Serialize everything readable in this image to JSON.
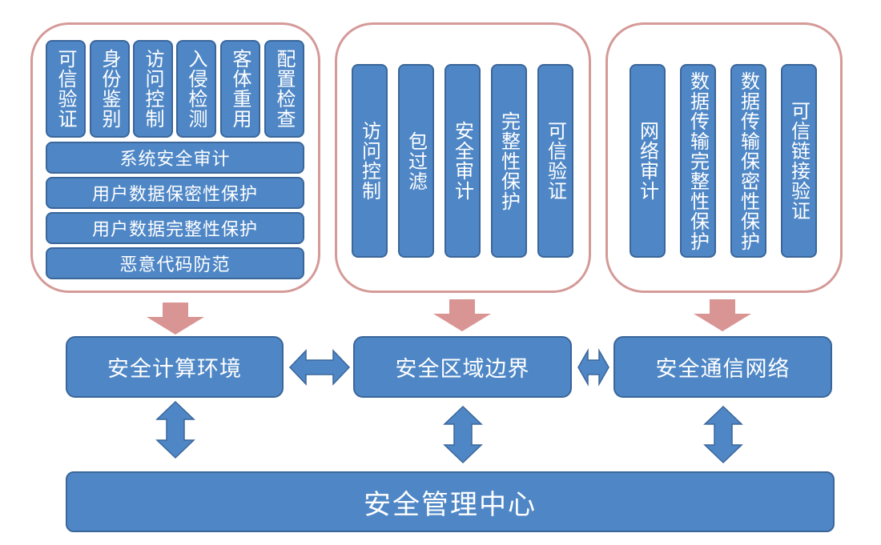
{
  "colors": {
    "box_fill": "#4f87c6",
    "box_border": "#3a669a",
    "group_border": "#d49a98",
    "down_arrow": "#d99594",
    "text": "#ffffff"
  },
  "computing_env": {
    "top_items": [
      "可信验证",
      "身份鉴别",
      "访问控制",
      "入侵检测",
      "客体重用",
      "配置检查"
    ],
    "rows": [
      "系统安全审计",
      "用户数据保密性保护",
      "用户数据完整性保护",
      "恶意代码防范"
    ],
    "label": "安全计算环境"
  },
  "area_boundary": {
    "items": [
      "访问控制",
      "包过滤",
      "安全审计",
      "完整性保护",
      "可信验证"
    ],
    "label": "安全区域边界"
  },
  "comm_network": {
    "items": [
      "网络审计",
      "数据传输完整性保护",
      "数据传输保密性保护",
      "可信链接验证"
    ],
    "label": "安全通信网络"
  },
  "management_center": {
    "label": "安全管理中心"
  }
}
